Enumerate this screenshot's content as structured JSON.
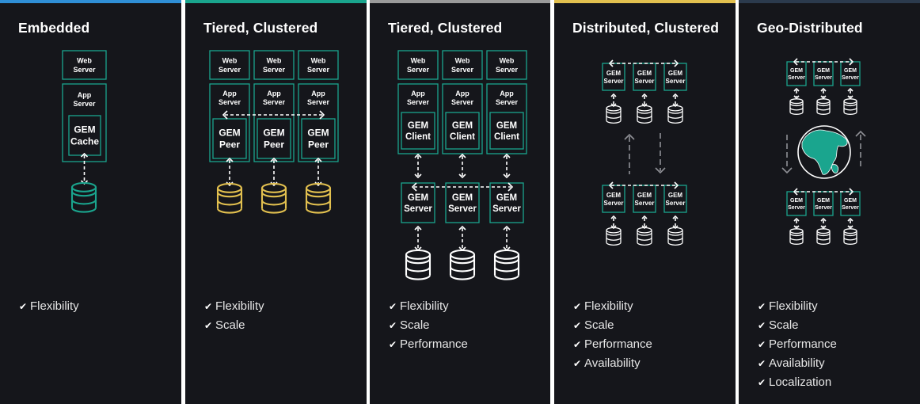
{
  "colors": {
    "background": "#15161b",
    "box_border": "#1aa58e",
    "db_teal": "#1aa58e",
    "db_gold": "#e2c04f",
    "db_white": "#ffffff",
    "globe": "#1aa58e"
  },
  "panels": [
    {
      "id": "embedded",
      "title": "Embedded",
      "accent": "#2f8fd6",
      "web_server": "Web\nServer",
      "app_server": "App\nServer",
      "gem_node": "GEM\nCache",
      "db_color": "#1aa58e",
      "features": [
        "Flexibility"
      ]
    },
    {
      "id": "tiered-peer",
      "title": "Tiered, Clustered",
      "accent": "#1aa58e",
      "web_server": "Web\nServer",
      "app_server": "App\nServer",
      "gem_node": "GEM\nPeer",
      "db_color": "#e2c04f",
      "features": [
        "Flexibility",
        "Scale"
      ]
    },
    {
      "id": "tiered-client",
      "title": "Tiered, Clustered",
      "accent": "#9a9a9a",
      "web_server": "Web\nServer",
      "app_server": "App\nServer",
      "gem_node": "GEM\nClient",
      "gem_server": "GEM\nServer",
      "db_color": "#ffffff",
      "features": [
        "Flexibility",
        "Scale",
        "Performance"
      ]
    },
    {
      "id": "distributed",
      "title": "Distributed, Clustered",
      "accent": "#e2c04f",
      "gem_server": "GEM\nServer",
      "features": [
        "Flexibility",
        "Scale",
        "Performance",
        "Availability"
      ]
    },
    {
      "id": "geo",
      "title": "Geo-Distributed",
      "accent": "#2b3a4d",
      "gem_server": "GEM\nServer",
      "features": [
        "Flexibility",
        "Scale",
        "Performance",
        "Availability",
        "Localization"
      ]
    }
  ]
}
